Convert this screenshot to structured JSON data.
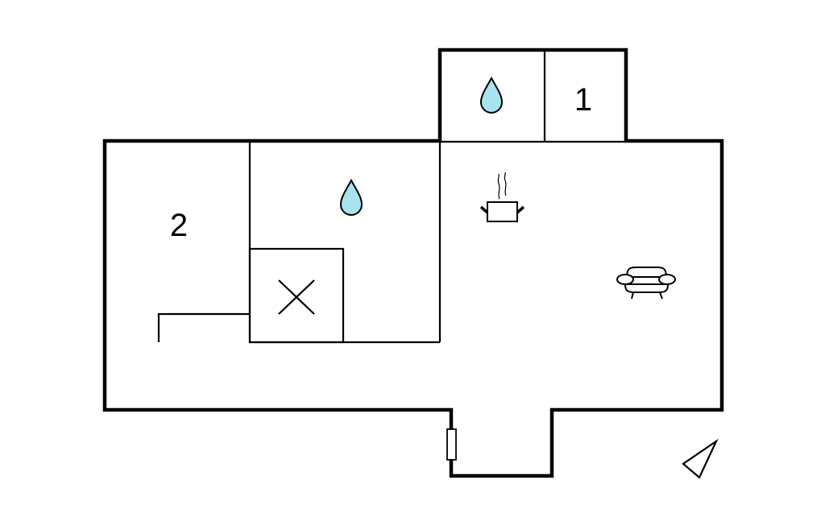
{
  "plan": {
    "rooms": [
      {
        "label": "1",
        "kind": "bedroom"
      },
      {
        "label": "2",
        "kind": "bedroom"
      }
    ],
    "icons": [
      "water-drop-icon",
      "water-drop-icon",
      "cooking-pot-icon",
      "sofa-icon",
      "compass-arrow-icon",
      "door-icon",
      "stairs-x-icon"
    ],
    "colors": {
      "wall": "#000000",
      "water": "#a8e4f0"
    }
  }
}
